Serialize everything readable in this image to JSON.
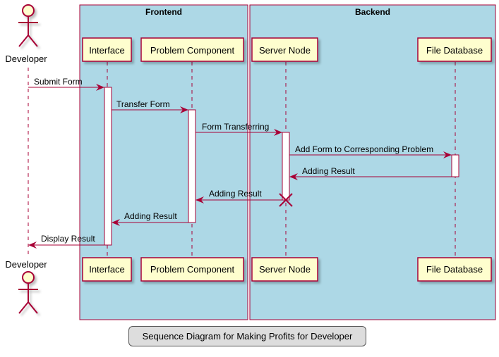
{
  "colors": {
    "box_fill": "#add8e6",
    "box_border": "#a80036",
    "participant_fill": "#fefece",
    "line_color": "#a80036",
    "caption_fill": "#dddddd"
  },
  "boxes": {
    "frontend": "Frontend",
    "backend": "Backend"
  },
  "participants": {
    "developer": "Developer",
    "interface": "Interface",
    "problem_component": "Problem Component",
    "server_node": "Server Node",
    "file_database": "File Database"
  },
  "messages": [
    "Submit Form",
    "Transfer Form",
    "Form Transferring",
    "Add Form to Corresponding Problem",
    "Adding Result",
    "Adding Result",
    "Adding Result",
    "Display Result"
  ],
  "caption": "Sequence Diagram for Making Profits for Developer"
}
